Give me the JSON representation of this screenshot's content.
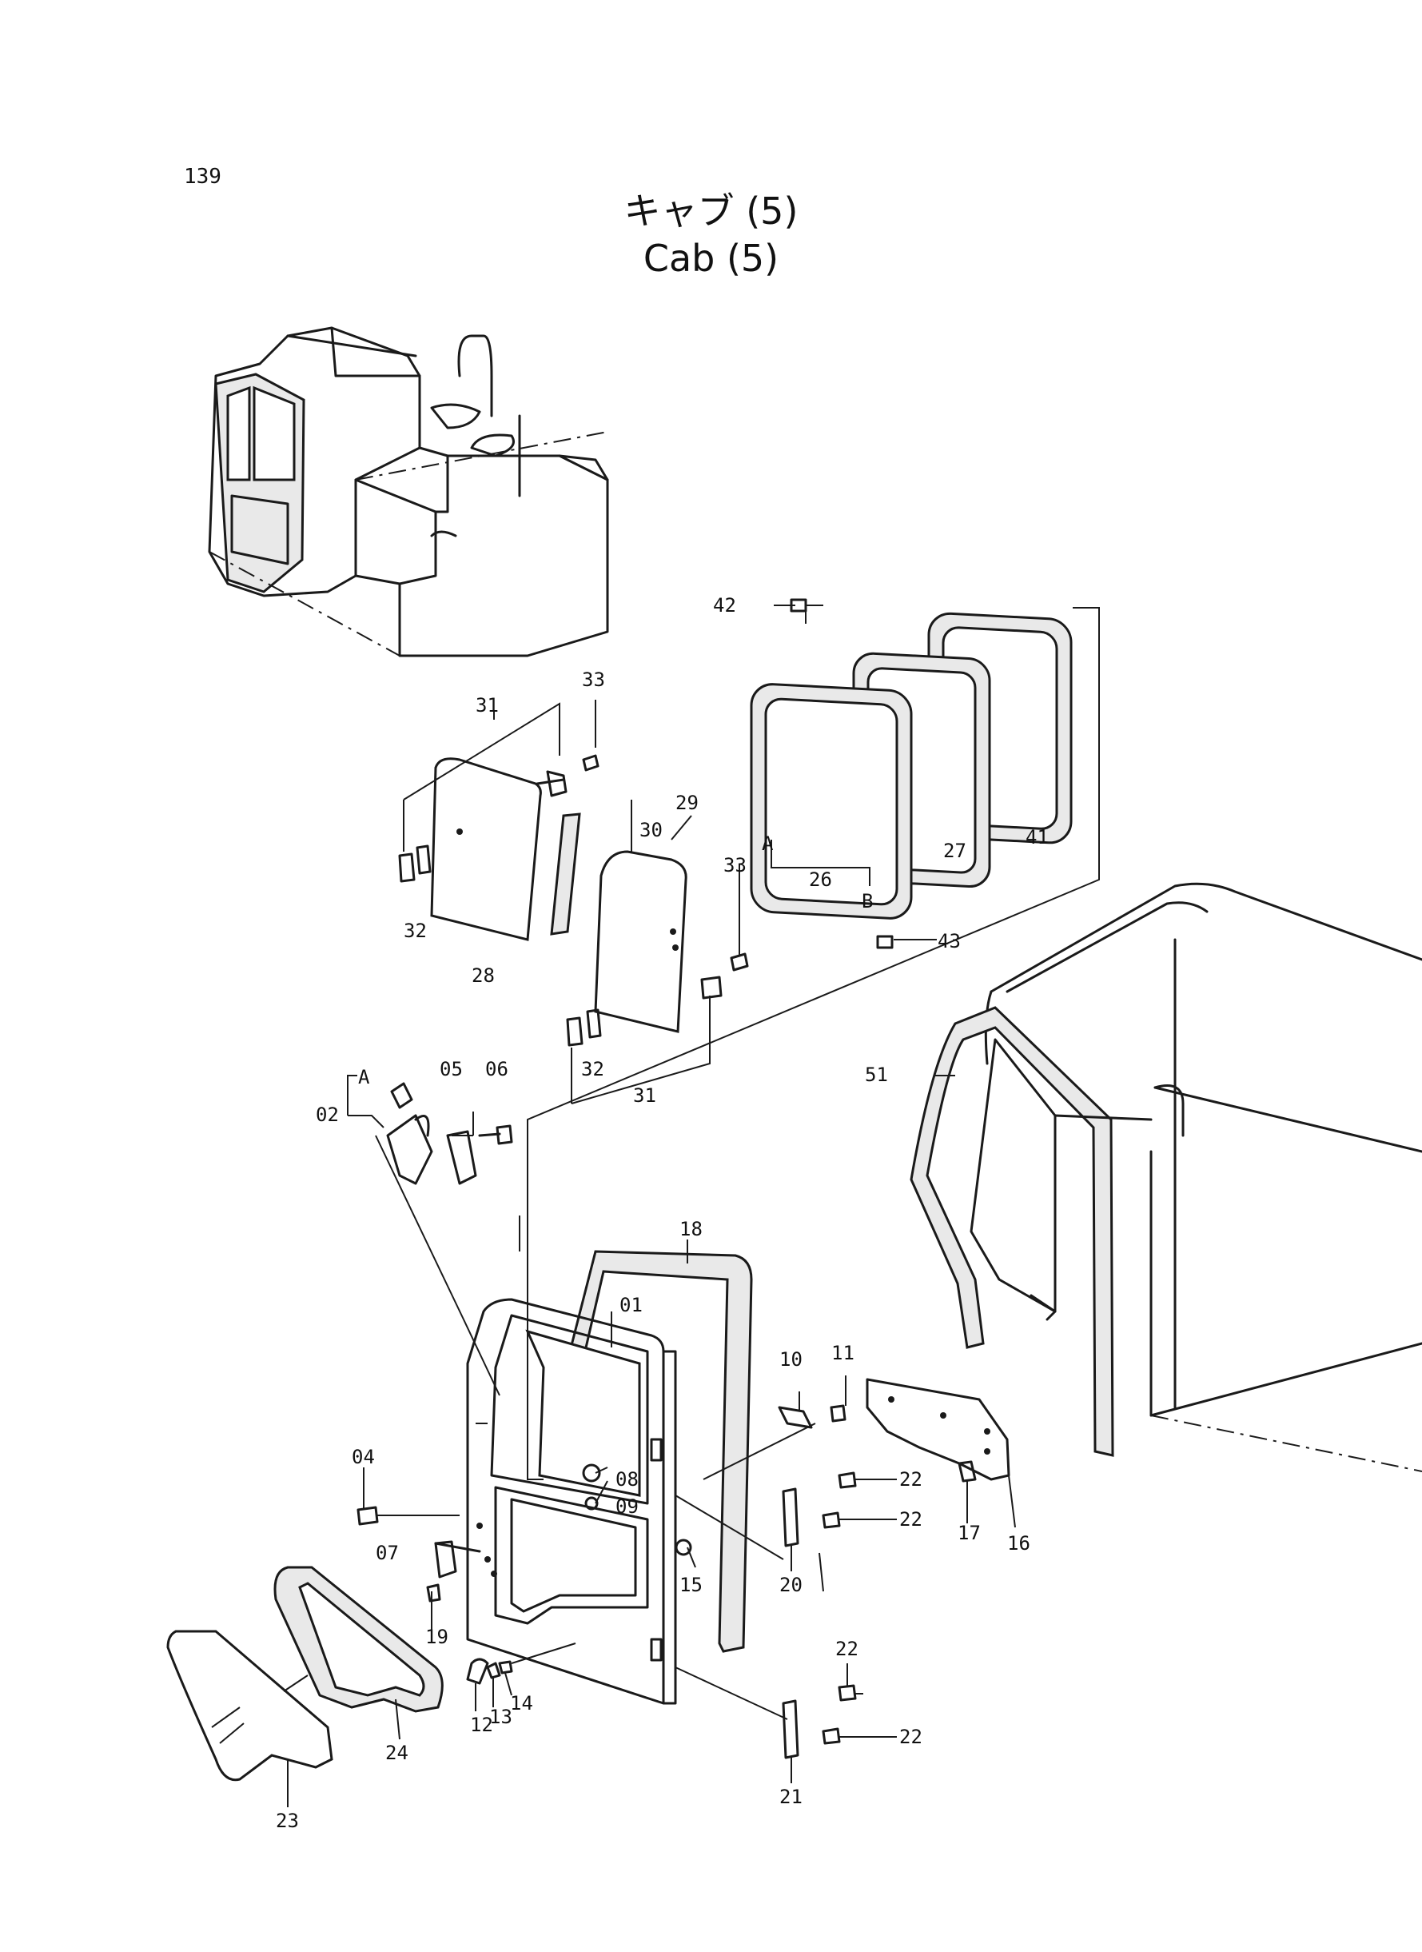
{
  "page_number": "139",
  "title_jp": "キャブ (5)",
  "title_en": "Cab (5)",
  "callouts": [
    {
      "id": "c01",
      "text": "01"
    },
    {
      "id": "c02",
      "text": "02"
    },
    {
      "id": "c04",
      "text": "04"
    },
    {
      "id": "c05",
      "text": "05"
    },
    {
      "id": "c06",
      "text": "06"
    },
    {
      "id": "c07",
      "text": "07"
    },
    {
      "id": "c08",
      "text": "08"
    },
    {
      "id": "c09",
      "text": "09"
    },
    {
      "id": "c10",
      "text": "10"
    },
    {
      "id": "c11",
      "text": "11"
    },
    {
      "id": "c12",
      "text": "12"
    },
    {
      "id": "c13",
      "text": "13"
    },
    {
      "id": "c14",
      "text": "14"
    },
    {
      "id": "c15",
      "text": "15"
    },
    {
      "id": "c16",
      "text": "16"
    },
    {
      "id": "c17",
      "text": "17"
    },
    {
      "id": "c18",
      "text": "18"
    },
    {
      "id": "c19",
      "text": "19"
    },
    {
      "id": "c20",
      "text": "20"
    },
    {
      "id": "c21",
      "text": "21"
    },
    {
      "id": "c22a",
      "text": "22"
    },
    {
      "id": "c22b",
      "text": "22"
    },
    {
      "id": "c22c",
      "text": "22"
    },
    {
      "id": "c22d",
      "text": "22"
    },
    {
      "id": "c23",
      "text": "23"
    },
    {
      "id": "c24",
      "text": "24"
    },
    {
      "id": "c26",
      "text": "26"
    },
    {
      "id": "c27",
      "text": "27"
    },
    {
      "id": "c28",
      "text": "28"
    },
    {
      "id": "c29",
      "text": "29"
    },
    {
      "id": "c30",
      "text": "30"
    },
    {
      "id": "c31a",
      "text": "31"
    },
    {
      "id": "c31b",
      "text": "31"
    },
    {
      "id": "c32a",
      "text": "32"
    },
    {
      "id": "c32b",
      "text": "32"
    },
    {
      "id": "c33a",
      "text": "33"
    },
    {
      "id": "c33b",
      "text": "33"
    },
    {
      "id": "c41",
      "text": "41"
    },
    {
      "id": "c42",
      "text": "42"
    },
    {
      "id": "c43",
      "text": "43"
    },
    {
      "id": "c51",
      "text": "51"
    },
    {
      "id": "cA1",
      "text": "A"
    },
    {
      "id": "cA2",
      "text": "A"
    },
    {
      "id": "cB1",
      "text": "B"
    }
  ]
}
